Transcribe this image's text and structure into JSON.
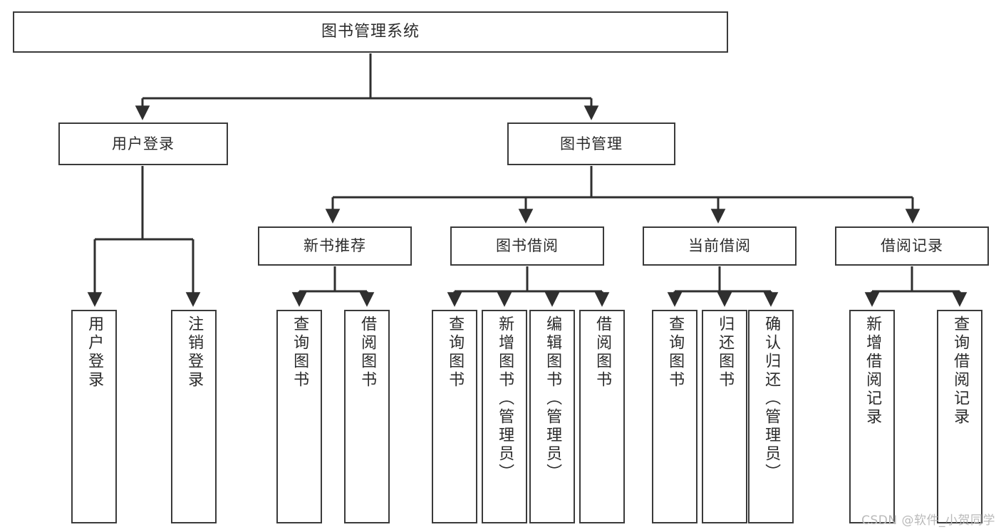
{
  "diagram": {
    "title": "图书管理系统",
    "type": "tree",
    "watermark": "CSDN @软件_小贺同学",
    "colors": {
      "node_border": "#3a3a3a",
      "node_fill": "#ffffff",
      "connector": "#2f2f2f",
      "text": "#2b2b2b",
      "watermark": "#b9b9b9",
      "background": "#ffffff"
    },
    "levels": {
      "root": {
        "label": "图书管理系统"
      },
      "level2": [
        {
          "id": "user-login",
          "label": "用户登录"
        },
        {
          "id": "book-management",
          "label": "图书管理"
        }
      ],
      "level3": [
        {
          "id": "new-book-recommend",
          "label": "新书推荐"
        },
        {
          "id": "book-borrow",
          "label": "图书借阅"
        },
        {
          "id": "current-borrow",
          "label": "当前借阅"
        },
        {
          "id": "borrow-record",
          "label": "借阅记录"
        }
      ],
      "level4": [
        {
          "id": "leaf-user-login",
          "parent": "user-login",
          "label": "用户登录"
        },
        {
          "id": "leaf-logout",
          "parent": "user-login",
          "label": "注销登录"
        },
        {
          "id": "leaf-query-book-1",
          "parent": "new-book-recommend",
          "label": "查询图书"
        },
        {
          "id": "leaf-borrow-book-1",
          "parent": "new-book-recommend",
          "label": "借阅图书"
        },
        {
          "id": "leaf-query-book-2",
          "parent": "book-borrow",
          "label": "查询图书"
        },
        {
          "id": "leaf-add-book",
          "parent": "book-borrow",
          "label": "新增图书（管理员）"
        },
        {
          "id": "leaf-edit-book",
          "parent": "book-borrow",
          "label": "编辑图书（管理员）"
        },
        {
          "id": "leaf-borrow-book-2",
          "parent": "book-borrow",
          "label": "借阅图书"
        },
        {
          "id": "leaf-query-book-3",
          "parent": "current-borrow",
          "label": "查询图书"
        },
        {
          "id": "leaf-return-book",
          "parent": "current-borrow",
          "label": "归还图书"
        },
        {
          "id": "leaf-confirm-return",
          "parent": "current-borrow",
          "label": "确认归还（管理员）"
        },
        {
          "id": "leaf-add-record",
          "parent": "borrow-record",
          "label": "新增借阅记录"
        },
        {
          "id": "leaf-query-record",
          "parent": "borrow-record",
          "label": "查询借阅记录"
        }
      ]
    }
  }
}
